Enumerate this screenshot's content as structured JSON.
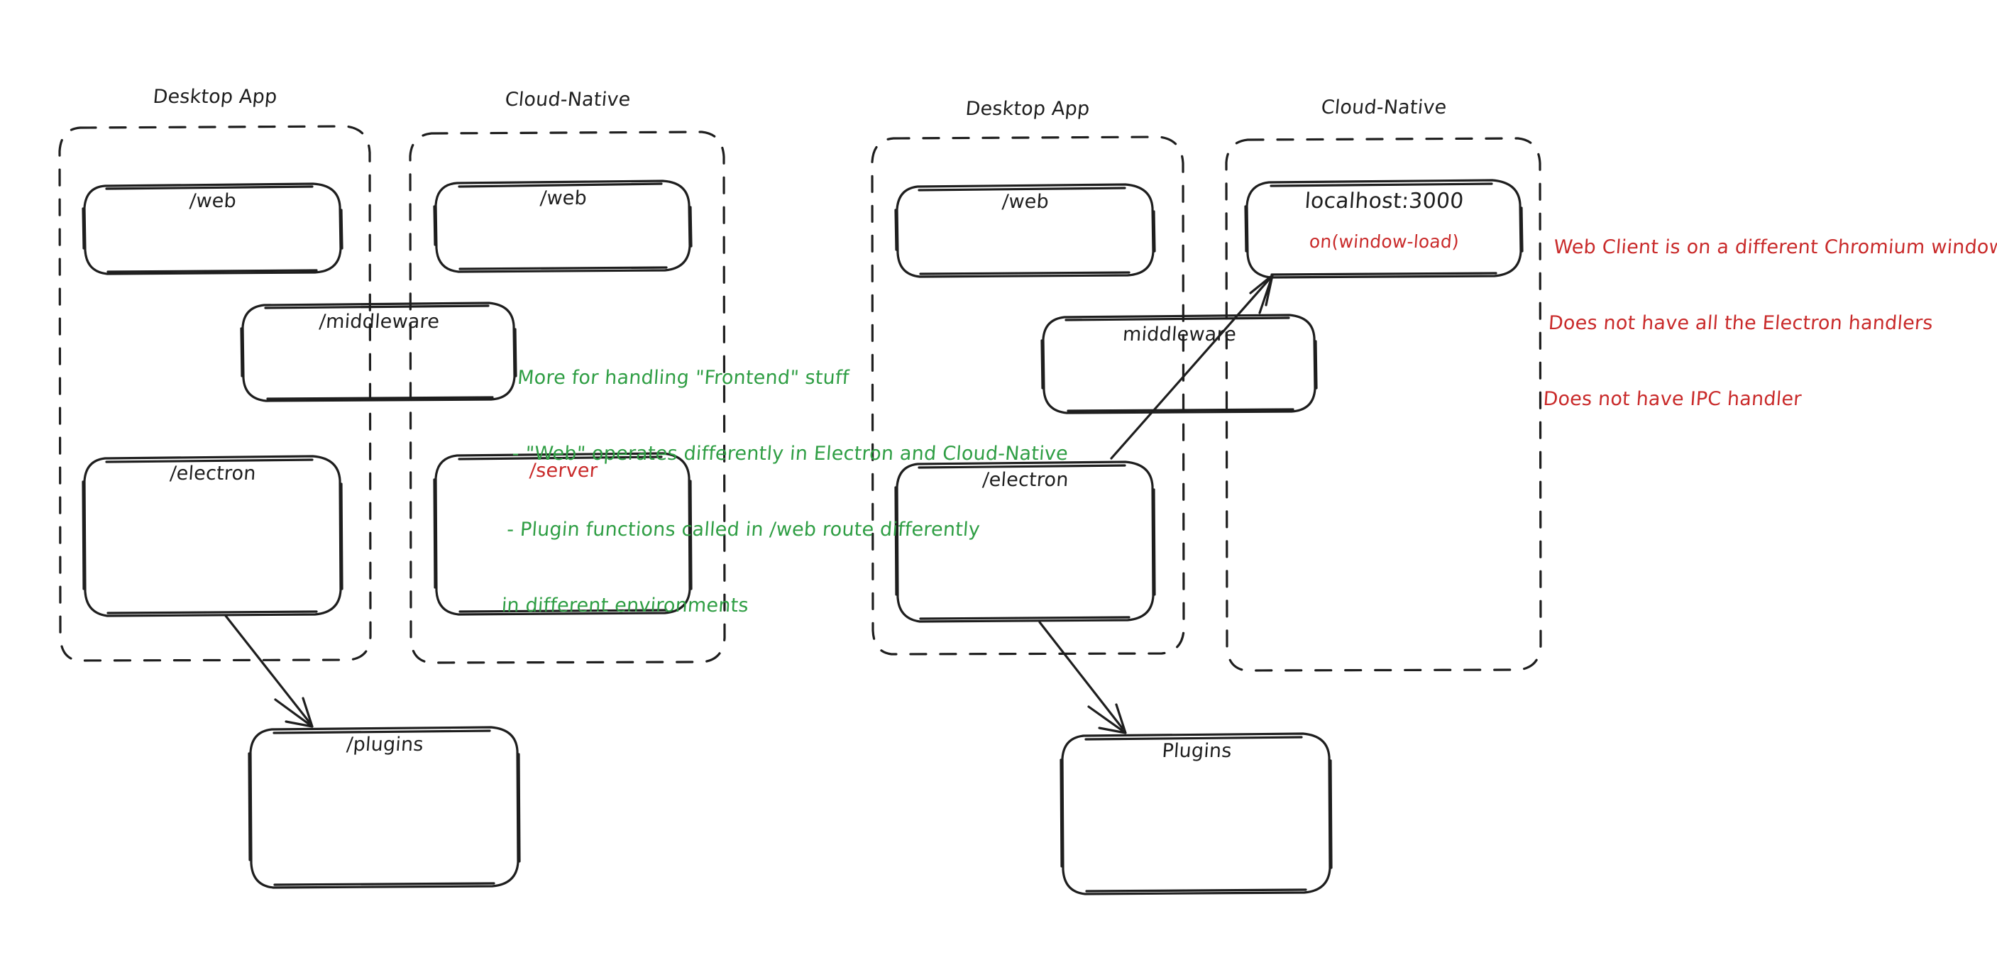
{
  "diagram": {
    "title_left_group": "Desktop App",
    "title_right_group": "Cloud-Native",
    "colors": {
      "stroke": "#1e1e1e",
      "red": "#c92a2a",
      "green": "#2f9e44",
      "background": "#ffffff"
    }
  },
  "left_diagram": {
    "desktop_app": {
      "label": "Desktop App",
      "nodes": [
        {
          "id": "web",
          "label": "/web",
          "color": "black"
        },
        {
          "id": "electron",
          "label": "/electron",
          "color": "black"
        }
      ]
    },
    "cloud_native": {
      "label": "Cloud-Native",
      "nodes": [
        {
          "id": "web",
          "label": "/web",
          "color": "black"
        },
        {
          "id": "server",
          "label": "/server",
          "color": "red"
        }
      ]
    },
    "shared": [
      {
        "id": "middleware",
        "label": "/middleware",
        "color": "black"
      }
    ],
    "external": [
      {
        "id": "plugins",
        "label": "/plugins",
        "color": "black"
      }
    ],
    "annotation": {
      "color": "green",
      "lines": [
        "More for handling \"Frontend\" stuff",
        "- \"Web\" operates differently in Electron and Cloud-Native",
        "- Plugin functions called in /web route differently",
        "in different environments"
      ]
    },
    "arrows": [
      {
        "from": "electron",
        "to": "plugins"
      }
    ]
  },
  "right_diagram": {
    "desktop_app": {
      "label": "Desktop App",
      "nodes": [
        {
          "id": "web",
          "label": "/web",
          "color": "black"
        },
        {
          "id": "electron",
          "label": "/electron",
          "color": "black"
        }
      ]
    },
    "cloud_native": {
      "label": "Cloud-Native",
      "nodes": [
        {
          "id": "localhost",
          "label": "localhost:3000",
          "sub_label": "on(window-load)",
          "sub_color": "red",
          "color": "black"
        }
      ]
    },
    "shared": [
      {
        "id": "middleware",
        "label": "middleware",
        "color": "black"
      }
    ],
    "external": [
      {
        "id": "plugins",
        "label": "Plugins",
        "color": "black"
      }
    ],
    "annotation": {
      "color": "red",
      "lines": [
        "Web Client is on a different Chromium window",
        "Does not have all the Electron handlers",
        "Does not have IPC handler"
      ]
    },
    "arrows": [
      {
        "from": "electron",
        "to": "plugins"
      },
      {
        "from": "electron",
        "to": "localhost"
      }
    ]
  }
}
